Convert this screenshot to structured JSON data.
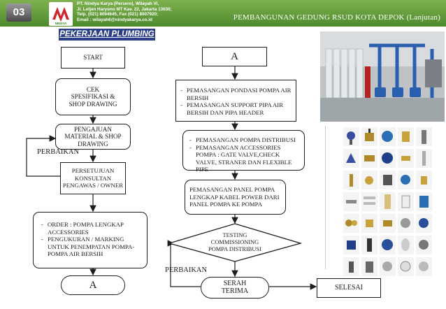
{
  "header": {
    "slide_number": "03",
    "company_lines": [
      "PT. Nindya Karya (Persero), Wilayah VI,",
      "Jl. Letjen Haryono MT Kav. 22, Jakarta 13630;",
      "Telp. (021) 8094645, Fax (021) 8007920;",
      "Email : wilayah6@nindyakarya.co.id"
    ],
    "logo_caption": "NINDYA",
    "title": "PEMBANGUNAN GEDUNG RSUD KOTA DEPOK (Lanjutan)"
  },
  "section_title": "PEKERJAAN PLUMBING",
  "flow": {
    "start": "START",
    "cek": "CEK SPESIFIKASI & SHOP DRAWING",
    "pengajuan": "PENGAJUAN MATERIAL & SHOP DRAWING",
    "perbaikan_left": "PERBAIKAN",
    "persetujuan": "PERSETUJUAN KONSULTAN PENGAWAS / OWNER",
    "order_items": [
      "ORDER :    POMPA LENGKAP ACCESSORIES",
      "PENGUKURAN  / MARKING UNTUK PENEMPATAN  POMPA- POMPA AIR BERSIH"
    ],
    "connector_bottom": "A",
    "connector_top": "A",
    "pondasi_items": [
      "PEMASANGAN PONDASI POMPA AIR BERSIH",
      "PEMASANGAN SUPPORT PIPA AIR BERSIH DAN PIPA HEADER"
    ],
    "distribusi_items": [
      "PEMASANGAN POMPA  DISTRIBUSI",
      "PEMASANGAN  ACCESSORIES  POMPA :  GATE VALVE,CHECK VALVE, STRANER DAN FLEXIBLE PIPE"
    ],
    "panel": "PEMASANGAN  PANEL POMPA LENGKAP  KABEL POWER DARI PANEL POMPA KE POMPA",
    "testing": "TESTING COMMISSIONING POMPA DISTRIBUSI",
    "perbaikan_right": "PERBAIKAN",
    "serah": "SERAH TERIMA",
    "selesai": "SELESAI"
  },
  "colors": {
    "header_green": "#5a9a35",
    "title_band": "#2a3f88",
    "pump_blue": "#2a5fb0",
    "brand_red": "#d0242b"
  },
  "photos": {
    "pump_room": "pump-room-photo",
    "accessories": "pump-accessories-photo"
  }
}
